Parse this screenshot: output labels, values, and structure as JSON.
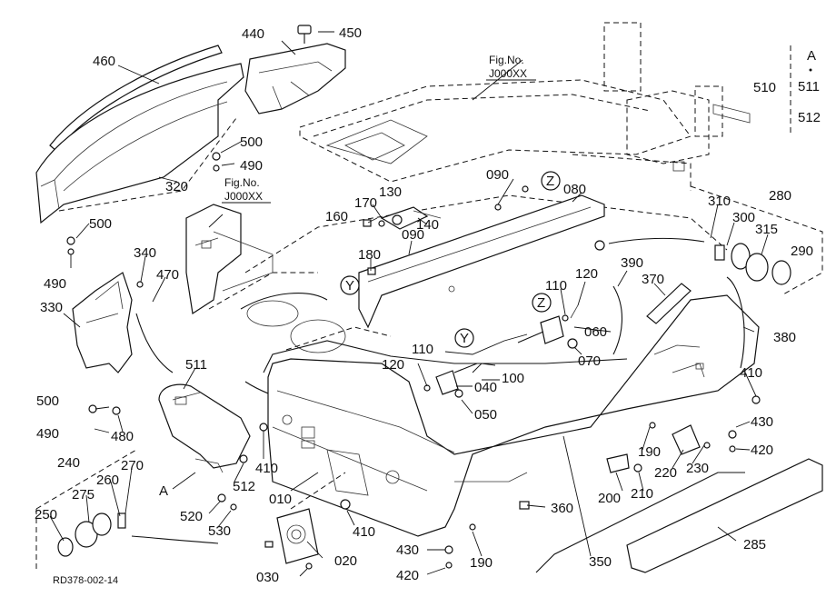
{
  "figure_code": "RD378-002-14",
  "fig_refs": [
    {
      "line1": "Fig.No.",
      "line2": "J000XX"
    },
    {
      "line1": "Fig.No.",
      "line2": "J000XX"
    }
  ],
  "markers": [
    "Z",
    "Y",
    "Y",
    "Z"
  ],
  "inset_a": {
    "letter": "A",
    "items": [
      "511",
      "512"
    ],
    "group": "510"
  },
  "labels": {
    "p460": "460",
    "p440": "440",
    "p450": "450",
    "p510": "510",
    "p500a": "500",
    "p490a": "490",
    "p320": "320",
    "p090a": "090",
    "p080": "080",
    "p310": "310",
    "p280": "280",
    "p300": "300",
    "p315": "315",
    "p290": "290",
    "p170": "170",
    "p130": "130",
    "p160": "160",
    "p140": "140",
    "p180": "180",
    "p090b": "090",
    "p500b": "500",
    "p490b": "490",
    "p340": "340",
    "p470": "470",
    "p330": "330",
    "p390": "390",
    "p370": "370",
    "p110a": "110",
    "p120a": "120",
    "p060": "060",
    "p070": "070",
    "p380": "380",
    "p110b": "110",
    "p120b": "120",
    "p100": "100",
    "p040": "040",
    "p050": "050",
    "p410a": "410",
    "p511": "511",
    "p500c": "500",
    "p490c": "490",
    "p480": "480",
    "p430a": "430",
    "p420a": "420",
    "p190a": "190",
    "p220": "220",
    "p230": "230",
    "p200": "200",
    "p210": "210",
    "p240": "240",
    "p270": "270",
    "p260": "260",
    "p275": "275",
    "p250": "250",
    "pA": "A",
    "p512": "512",
    "p410b": "410",
    "p010": "010",
    "p520": "520",
    "p530": "530",
    "p410c": "410",
    "p360": "360",
    "p285": "285",
    "p350": "350",
    "p430b": "430",
    "p420b": "420",
    "p190b": "190",
    "p020": "020",
    "p030": "030"
  }
}
